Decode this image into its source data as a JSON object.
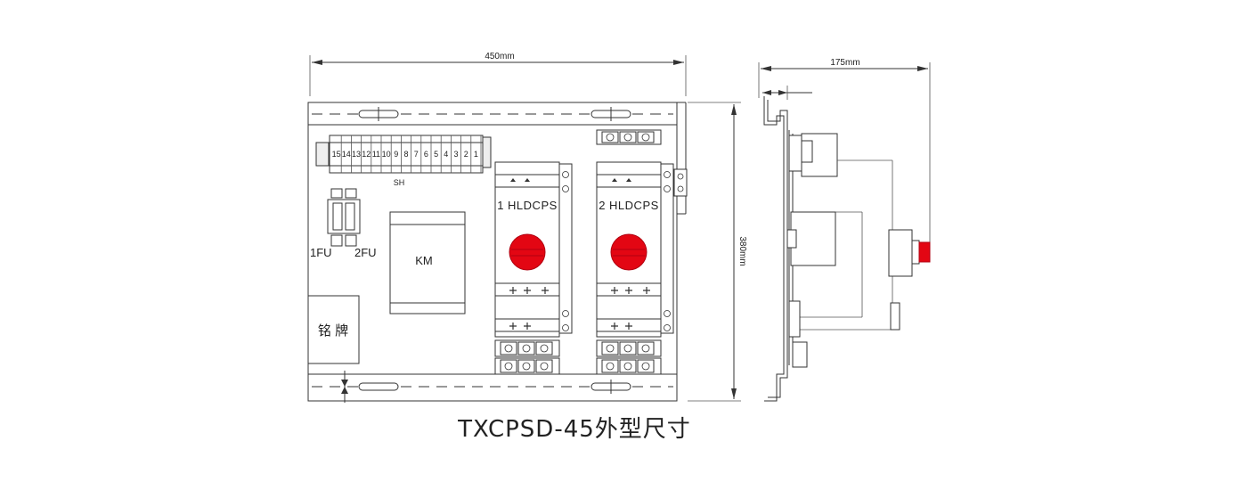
{
  "dimensions": {
    "width_label": "450mm",
    "height_label": "380mm",
    "depth_label": "175mm"
  },
  "terminal_block": {
    "label": "SH",
    "numbers": [
      "15",
      "14",
      "13",
      "12",
      "11",
      "10",
      "9",
      "8",
      "7",
      "6",
      "5",
      "4",
      "3",
      "2",
      "1"
    ]
  },
  "fuses": {
    "left_label": "1FU",
    "right_label": "2FU"
  },
  "contactor": {
    "label": "KM"
  },
  "modules": [
    {
      "label": "1 HLDCPS"
    },
    {
      "label": "2 HLDCPS"
    }
  ],
  "nameplate": {
    "label": "铭 牌"
  },
  "caption": "TXCPSD-45外型尺寸",
  "colors": {
    "knob": "#e30613",
    "knob_dark": "#b00010",
    "line": "#333333"
  }
}
